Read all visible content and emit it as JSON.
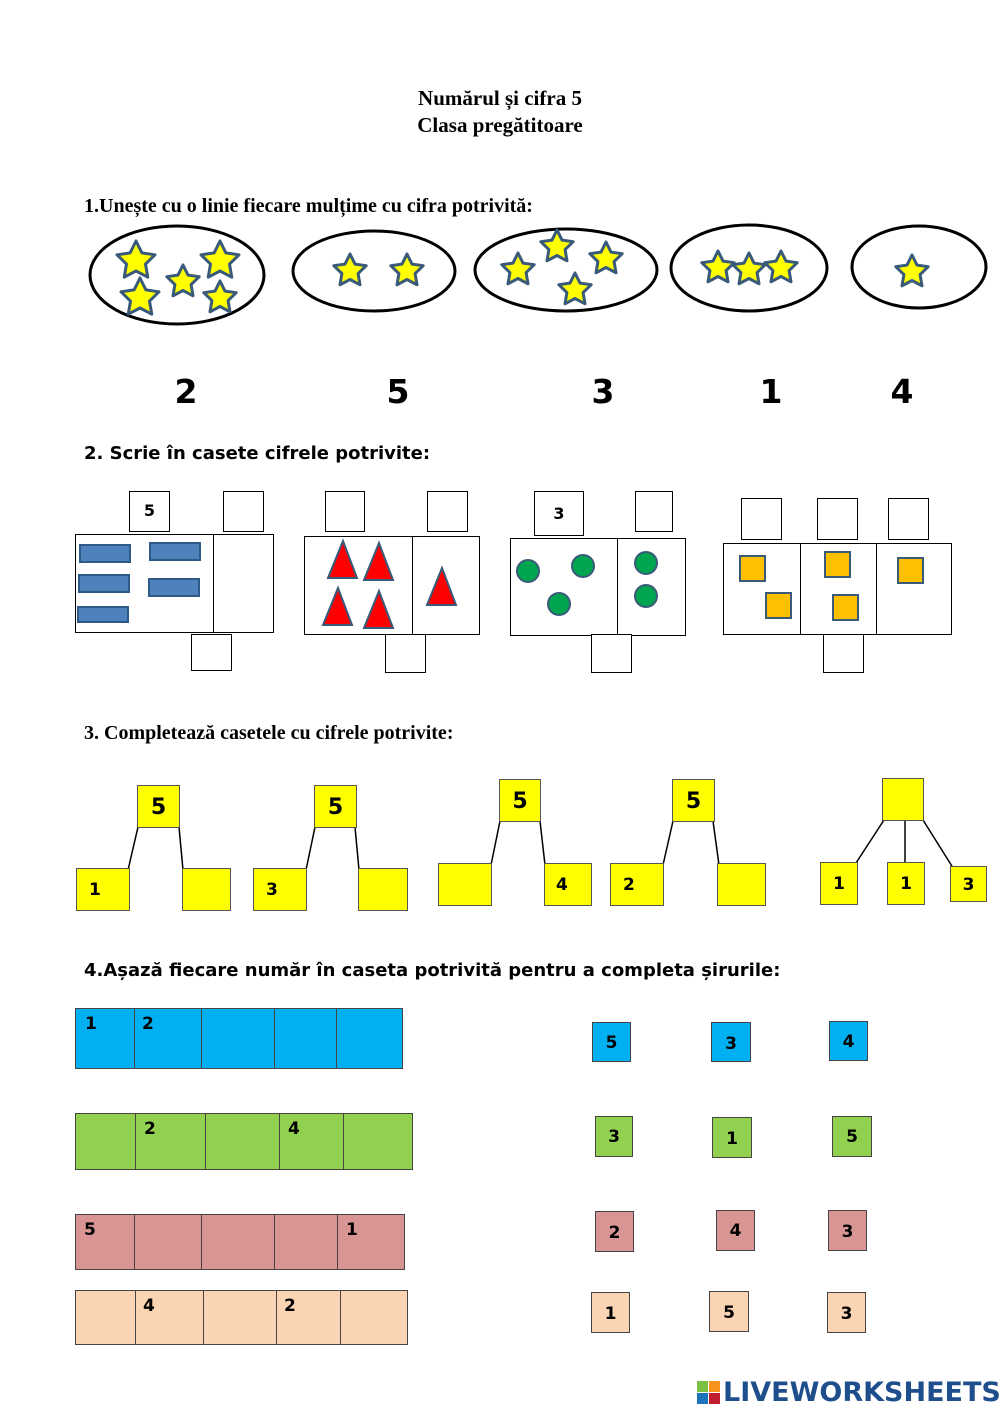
{
  "header": {
    "title": "Numărul și cifra 5",
    "subtitle": "Clasa pregătitoare"
  },
  "q1": {
    "prompt": "1.Unește cu o linie fiecare mulțime cu cifra potrivită:",
    "digits": [
      "2",
      "5",
      "3",
      "1",
      "4"
    ],
    "star_counts": [
      5,
      2,
      4,
      3,
      1
    ]
  },
  "q2": {
    "prompt": "2. Scrie în casete cifrele potrivite:",
    "groups": [
      {
        "top_values": [
          "5",
          ""
        ],
        "bottom_value": "",
        "shape": "blue-rectangle",
        "counts": [
          5,
          0
        ]
      },
      {
        "top_values": [
          "",
          ""
        ],
        "bottom_value": "",
        "shape": "red-triangle",
        "counts": [
          4,
          1
        ]
      },
      {
        "top_values": [
          "3",
          ""
        ],
        "bottom_value": "",
        "shape": "green-circle",
        "counts": [
          3,
          2
        ]
      },
      {
        "top_values": [
          "",
          "",
          ""
        ],
        "bottom_value": "",
        "shape": "orange-square",
        "counts": [
          2,
          2,
          1
        ]
      }
    ]
  },
  "q3": {
    "prompt": "3. Completează  casetele cu cifrele potrivite:",
    "trees": [
      {
        "top": "5",
        "left": "1",
        "right": ""
      },
      {
        "top": "5",
        "left": "3",
        "right": ""
      },
      {
        "top": "5",
        "left": "",
        "right": "4"
      },
      {
        "top": "5",
        "left": "2",
        "right": ""
      },
      {
        "top": "",
        "parts": [
          "1",
          "1",
          "3"
        ]
      }
    ]
  },
  "q4": {
    "prompt": "4.Așază fiecare număr în caseta potrivită pentru a completa șirurile:",
    "rows": [
      {
        "color": "#00b0f0",
        "cells": [
          "1",
          "2",
          "",
          "",
          ""
        ],
        "cards": [
          "5",
          "3",
          "4"
        ]
      },
      {
        "color": "#92d050",
        "cells": [
          "",
          "2",
          "",
          "4",
          ""
        ],
        "cards": [
          "3",
          "1",
          "5"
        ]
      },
      {
        "color": "#d99594",
        "cells": [
          "5",
          "",
          "",
          "",
          "1"
        ],
        "cards": [
          "2",
          "4",
          "3"
        ]
      },
      {
        "color": "#fbd4b4",
        "cells": [
          "",
          "4",
          "",
          "2",
          ""
        ],
        "cards": [
          "1",
          "5",
          "3"
        ]
      }
    ]
  },
  "footer": {
    "brand": "LIVEWORKSHEETS",
    "logo_text": "LIVE"
  },
  "colors": {
    "star_fill": "#ffff00",
    "star_stroke": "#3a5a7a",
    "yellow_box": "#ffff00",
    "blue_rect": "#4f81bd",
    "red_triangle": "#ff0000",
    "green_circle": "#00a550",
    "orange_square": "#ffc000"
  }
}
